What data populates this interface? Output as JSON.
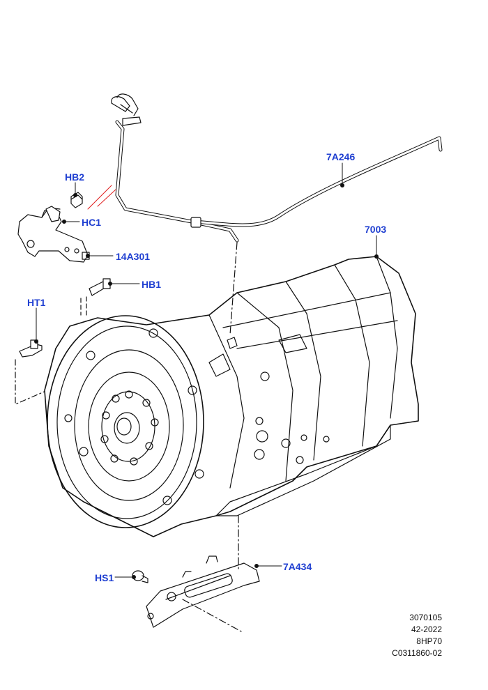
{
  "callouts": {
    "hb2": "HB2",
    "hc1": "HC1",
    "p14a301": "14A301",
    "hb1": "HB1",
    "ht1": "HT1",
    "p7a246": "7A246",
    "p7003": "7003",
    "hs1": "HS1",
    "p7a434": "7A434"
  },
  "info": {
    "line1": "3070105",
    "line2": "42-2022",
    "line3": "8HP70",
    "line4": "C0311860-02"
  },
  "colors": {
    "callout_text": "#1f3fd1",
    "leader_red": "#e02020",
    "line_art": "#111111"
  }
}
